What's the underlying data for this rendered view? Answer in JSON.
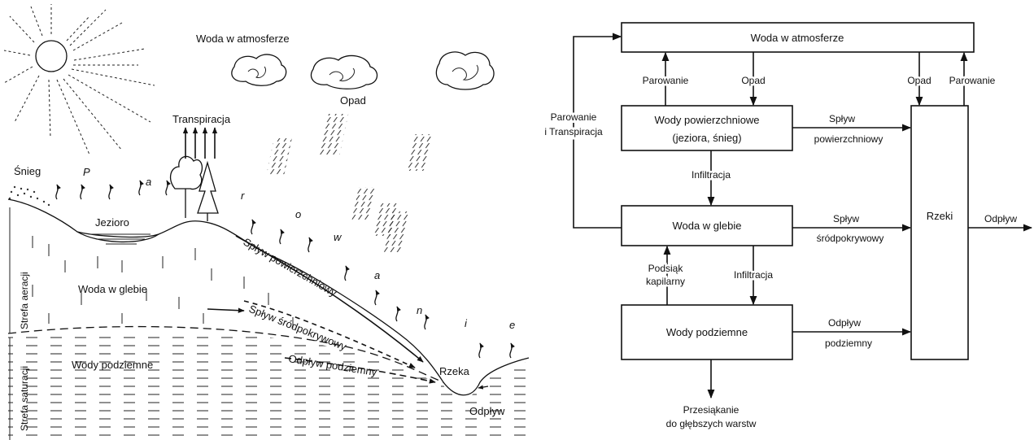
{
  "left_illustration": {
    "atmosphere": "Woda w atmosferze",
    "precipitation": "Opad",
    "transpiration": "Transpiracja",
    "snow": "Śnieg",
    "lake": "Jezioro",
    "evaporation_letters": [
      "P",
      "a",
      "r",
      "o",
      "w",
      "a",
      "n",
      "i",
      "e"
    ],
    "surface_runoff": "Spływ powierzchniowy",
    "soil_water": "Woda w glebie",
    "interflow": "Spływ śródpokrywowy",
    "aeration_zone": "Strefa aeracji",
    "saturation_zone": "Strefa saturacji",
    "groundwater": "Wody podziemne",
    "groundwater_outflow": "Odpływ podziemny",
    "river": "Rzeka",
    "outflow": "Odpływ"
  },
  "flowchart": {
    "atmosphere": "Woda w atmosferze",
    "evaporation_left": "Parowanie",
    "precipitation_left": "Opad",
    "precipitation_right": "Opad",
    "evaporation_right": "Parowanie",
    "evapotranspiration_line1": "Parowanie",
    "evapotranspiration_line2": "i Transpiracja",
    "surface_waters_line1": "Wody powierzchniowe",
    "surface_waters_line2": "(jeziora, śnieg)",
    "surface_runoff_line1": "Spływ",
    "surface_runoff_line2": "powierzchniowy",
    "infiltration_1": "Infiltracja",
    "soil_water": "Woda w glebie",
    "interflow_line1": "Spływ",
    "interflow_line2": "śródpokrywowy",
    "capillary_line1": "Podsiąk",
    "capillary_line2": "kapilarny",
    "infiltration_2": "Infiltracja",
    "groundwater": "Wody podziemne",
    "groundwater_outflow_line1": "Odpływ",
    "groundwater_outflow_line2": "podziemny",
    "rivers": "Rzeki",
    "outflow": "Odpływ",
    "percolation_line1": "Przesiąkanie",
    "percolation_line2": "do głębszych warstw"
  }
}
